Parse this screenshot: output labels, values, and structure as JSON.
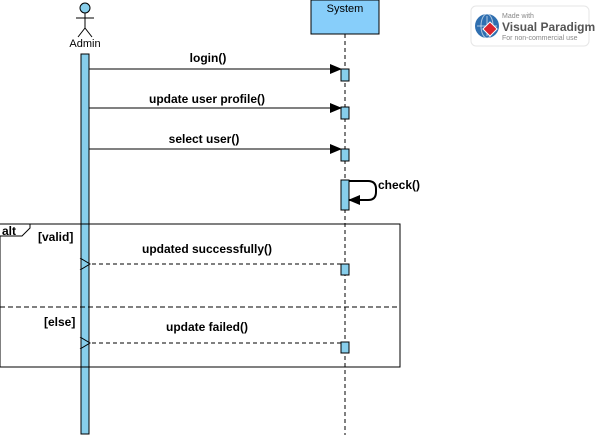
{
  "lifelines": {
    "actor": {
      "label": "Admin"
    },
    "object": {
      "label": "System"
    }
  },
  "messages": [
    {
      "label": "login()"
    },
    {
      "label": "update user profile()"
    },
    {
      "label": "select user()"
    },
    {
      "label": "check()"
    },
    {
      "label": "updated successfully()"
    },
    {
      "label": "update failed()"
    }
  ],
  "fragment": {
    "operator": "alt",
    "guards": [
      "[valid]",
      "[else]"
    ]
  },
  "watermark": {
    "made_with": "Made with",
    "brand": "Visual Paradigm",
    "note": "For non-commercial use"
  },
  "colors": {
    "lifeline_fill": "#87ceeb",
    "object_fill": "#87cefa",
    "line": "#000000"
  }
}
